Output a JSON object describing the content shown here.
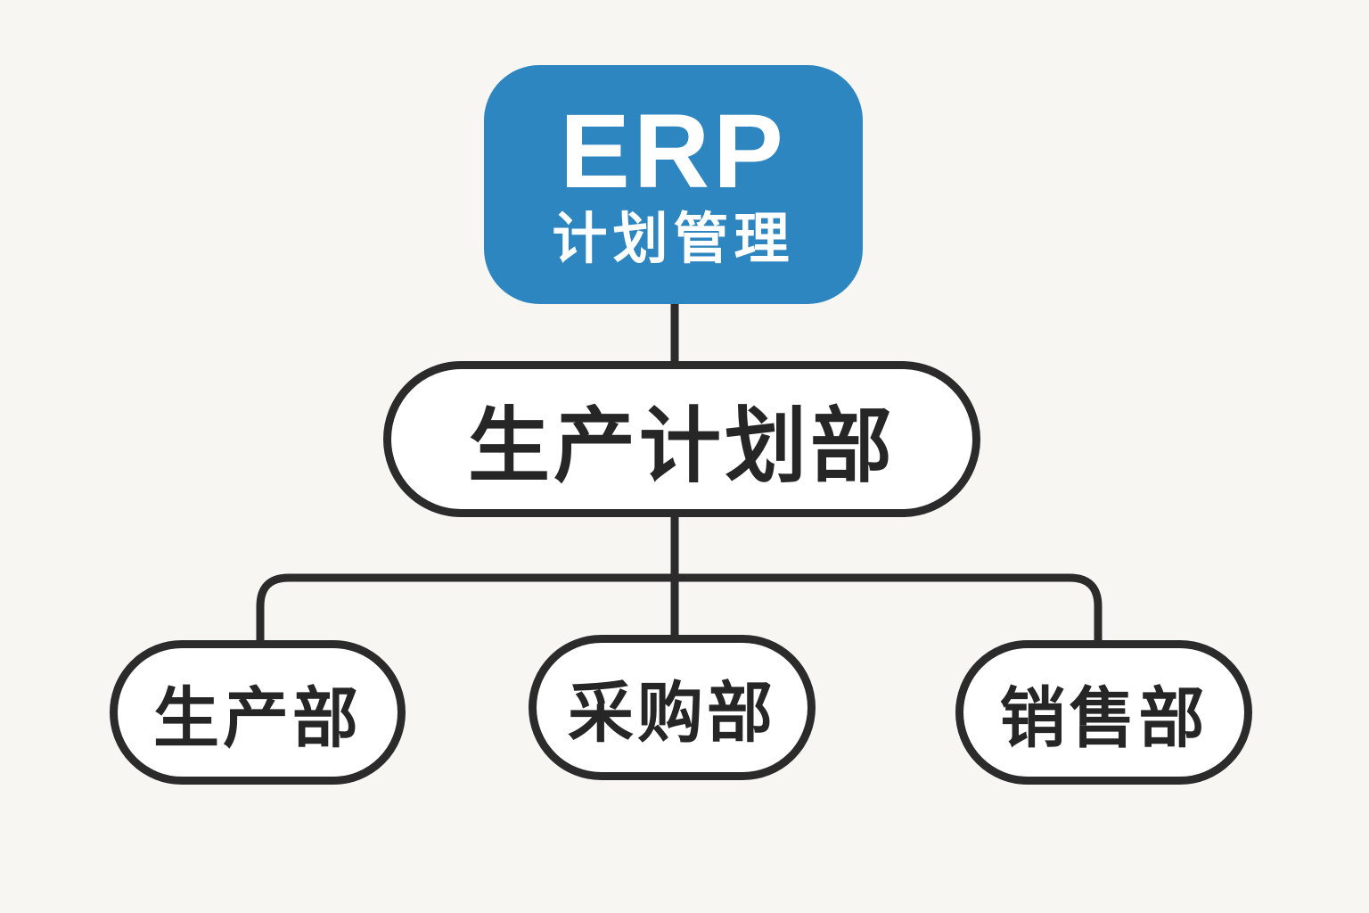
{
  "diagram": {
    "type": "org-chart",
    "nodes": {
      "root": {
        "title": "ERP",
        "subtitle": "计划管理"
      },
      "level2": {
        "label": "生产计划部"
      },
      "children": [
        {
          "label": "生产部"
        },
        {
          "label": "采购部"
        },
        {
          "label": "销售部"
        }
      ]
    },
    "edges": [
      [
        "ERP 计划管理",
        "生产计划部"
      ],
      [
        "生产计划部",
        "生产部"
      ],
      [
        "生产计划部",
        "采购部"
      ],
      [
        "生产计划部",
        "销售部"
      ]
    ]
  },
  "colors": {
    "bg": "#f7f6f3",
    "accent": "#2e86c1",
    "accent-text": "#ffffff",
    "line": "#2b2b2b",
    "node-border": "#2b2b2b",
    "node-fill": "#ffffff",
    "text": "#262626"
  }
}
